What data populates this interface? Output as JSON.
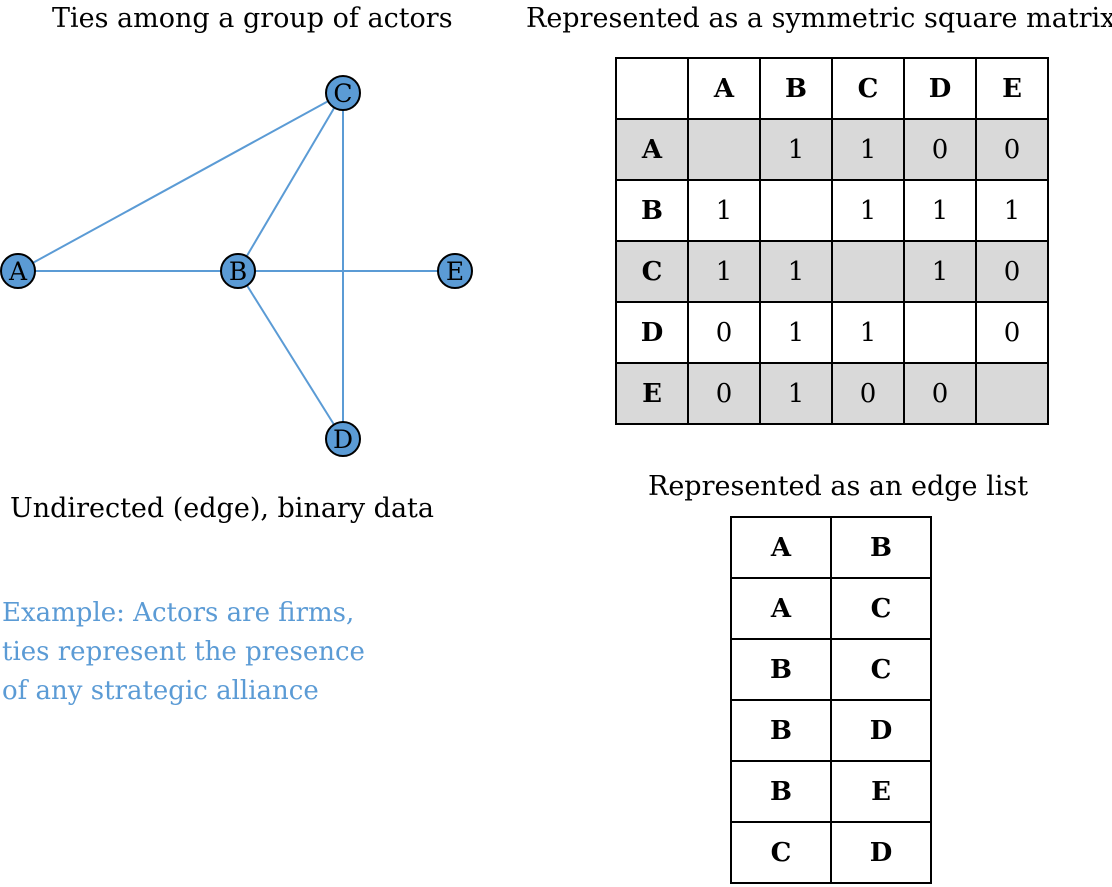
{
  "titles": {
    "graph": "Ties among a group of actors",
    "matrix": "Represented as a symmetric square matrix",
    "edge_list": "Represented as an edge list",
    "caption": "Undirected (edge), binary data"
  },
  "example": {
    "lines": [
      "Example: Actors are firms,",
      "ties represent the presence",
      "of any strategic alliance"
    ],
    "color": "#5b9bd5"
  },
  "graph": {
    "node_fill": "#5b9bd5",
    "edge_color": "#5b9bd5",
    "nodes": [
      "A",
      "B",
      "C",
      "D",
      "E"
    ],
    "edges": [
      [
        "A",
        "B"
      ],
      [
        "A",
        "C"
      ],
      [
        "B",
        "C"
      ],
      [
        "B",
        "D"
      ],
      [
        "B",
        "E"
      ],
      [
        "C",
        "D"
      ]
    ]
  },
  "matrix": {
    "headers": [
      "A",
      "B",
      "C",
      "D",
      "E"
    ],
    "rows": [
      {
        "label": "A",
        "cells": [
          "",
          "1",
          "1",
          "0",
          "0"
        ]
      },
      {
        "label": "B",
        "cells": [
          "1",
          "",
          "1",
          "1",
          "1"
        ]
      },
      {
        "label": "C",
        "cells": [
          "1",
          "1",
          "",
          "1",
          "0"
        ]
      },
      {
        "label": "D",
        "cells": [
          "0",
          "1",
          "1",
          "",
          "0"
        ]
      },
      {
        "label": "E",
        "cells": [
          "0",
          "1",
          "0",
          "0",
          ""
        ]
      }
    ]
  },
  "edge_list": [
    [
      "A",
      "B"
    ],
    [
      "A",
      "C"
    ],
    [
      "B",
      "C"
    ],
    [
      "B",
      "D"
    ],
    [
      "B",
      "E"
    ],
    [
      "C",
      "D"
    ]
  ]
}
